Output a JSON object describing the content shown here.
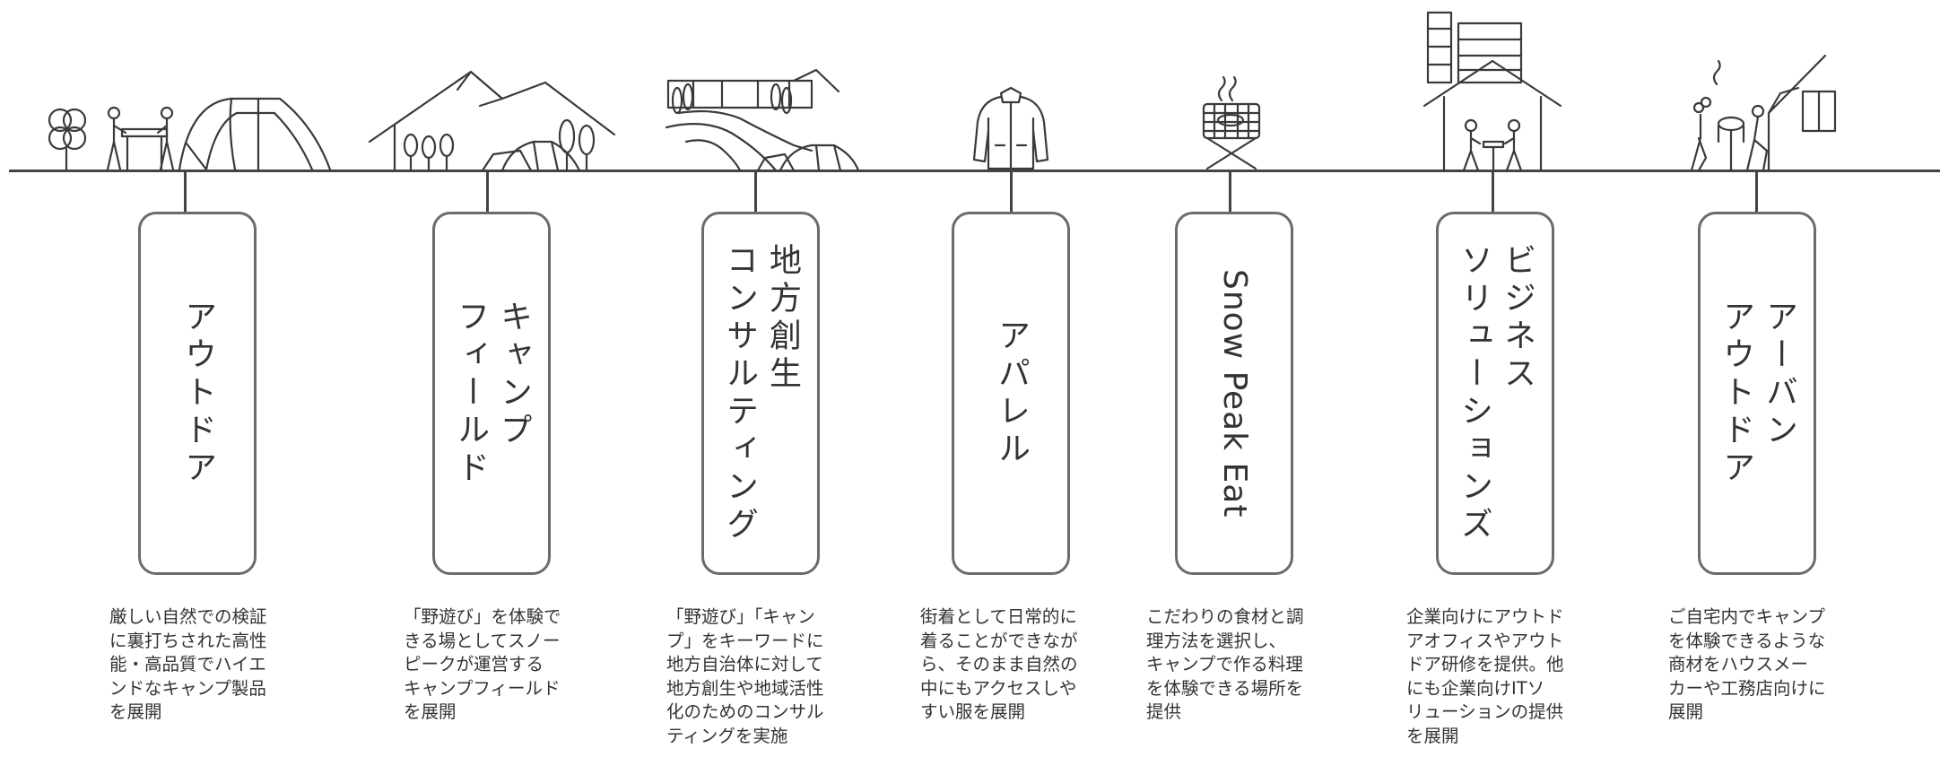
{
  "categories": [
    {
      "id": "outdoor",
      "label": "アウトドア",
      "description": "厳しい自然での検証\nに裏打ちされた高性\n能・高品質でハイエ\nンドなキャンプ製品\nを展開",
      "icon": "tent-and-campers-icon"
    },
    {
      "id": "campfield",
      "label": "キャンプ\nフィールド",
      "description": "「野遊び」を体験で\nきる場としてスノー\nピークが運営する\nキャンプフィールド\nを展開",
      "icon": "mountains-campsite-icon"
    },
    {
      "id": "consulting",
      "label": "地方創生\nコンサルティング",
      "description": "「野遊び」「キャン\nプ」をキーワードに\n地方自治体に対して\n地方創生や地域活性\n化のためのコンサル\nティングを実施",
      "icon": "river-landscape-icon"
    },
    {
      "id": "apparel",
      "label": "アパレル",
      "description": "街着として日常的に\n着ることができなが\nら、そのまま自然の\n中にもアクセスしや\nすい服を展開",
      "icon": "jacket-icon"
    },
    {
      "id": "eat",
      "label": "Snow Peak Eat",
      "description": "こだわりの食材と調\n理方法を選択し、\nキャンプで作る料理\nを体験できる場所を\n提供",
      "icon": "grill-icon"
    },
    {
      "id": "business",
      "label": "ビジネス\nソリューションズ",
      "description": "企業向けにアウトド\nアオフィスやアウト\nドア研修を提供。他\nにも企業向けITソ\nリューションの提供\nを展開",
      "icon": "office-building-icon"
    },
    {
      "id": "urban",
      "label": "アーバン\nアウトドア",
      "description": "ご自宅内でキャンプ\nを体験できるような\n商材をハウスメー\nカーや工務店向けに\n展開",
      "icon": "house-patio-icon"
    }
  ]
}
